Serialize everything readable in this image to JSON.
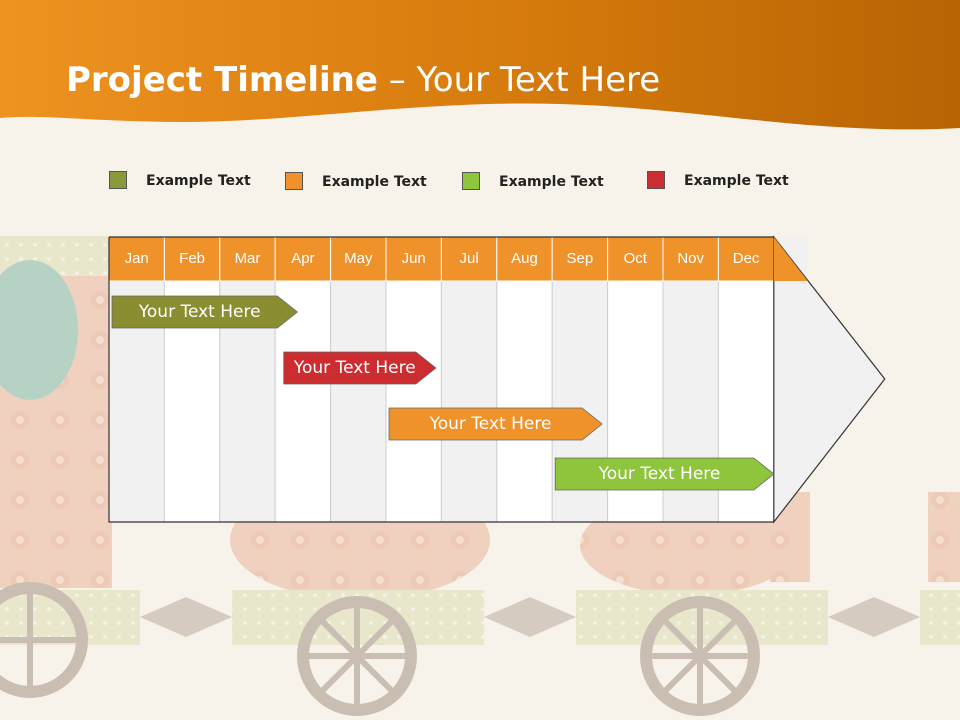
{
  "header": {
    "title_bold": "Project Timeline",
    "title_rest": " – Your Text Here"
  },
  "legend": [
    {
      "label": "Example Text",
      "color": "#8a9a38"
    },
    {
      "label": "Example Text",
      "color": "#f0922a"
    },
    {
      "label": "Example Text",
      "color": "#8fc53c"
    },
    {
      "label": "Example Text",
      "color": "#cc2d30"
    }
  ],
  "timeline": {
    "months": [
      "Jan",
      "Feb",
      "Mar",
      "Apr",
      "May",
      "Jun",
      "Jul",
      "Aug",
      "Sep",
      "Oct",
      "Nov",
      "Dec"
    ],
    "tasks": [
      {
        "label": "Your  Text Here",
        "start_month": 1,
        "end_month": 4.4,
        "color": "#8a8d30"
      },
      {
        "label": "Your  Text Here",
        "start_month": 4.1,
        "end_month": 6.9,
        "color": "#cc2d30"
      },
      {
        "label": "Your  Text Here",
        "start_month": 6.0,
        "end_month": 9.9,
        "color": "#f0922a"
      },
      {
        "label": "Your  Text Here",
        "start_month": 9.0,
        "end_month": 13.0,
        "color": "#8fc53c"
      }
    ]
  },
  "colors": {
    "header_orange": "#d67a10",
    "month_header": "#f0922a"
  }
}
